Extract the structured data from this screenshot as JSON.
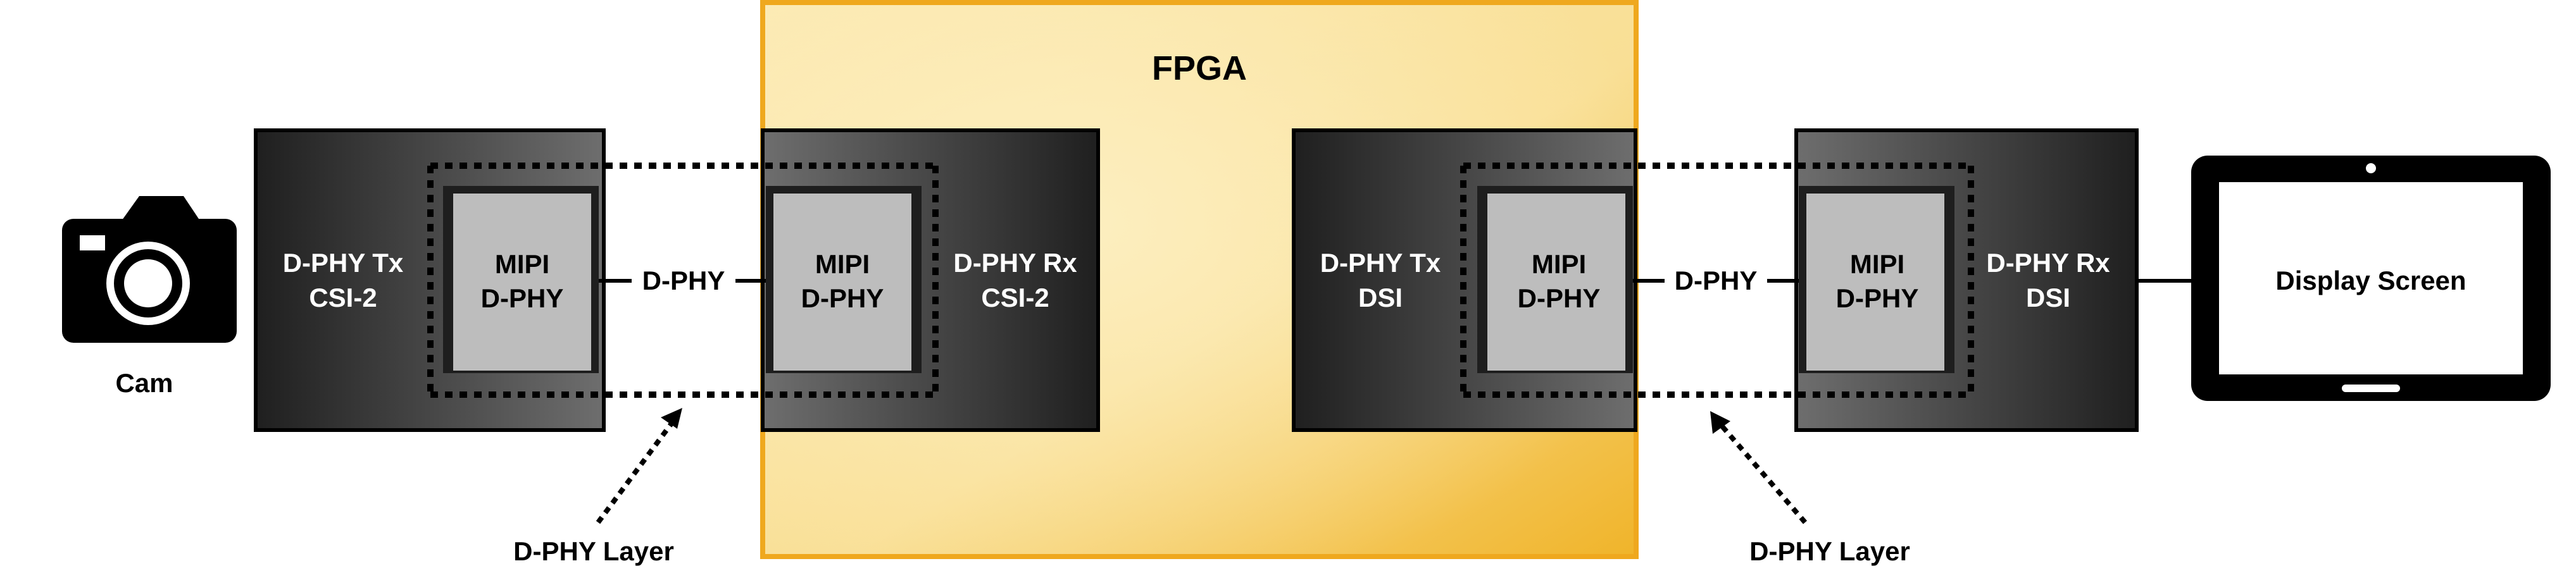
{
  "fpga": {
    "label": "FPGA"
  },
  "camera": {
    "label": "Cam",
    "icon": "camera-icon"
  },
  "display": {
    "label": "Display Screen",
    "icon": "tablet-icon"
  },
  "blocks": {
    "tx_csi": {
      "line1": "D-PHY Tx",
      "line2": "CSI-2"
    },
    "tx_csi_phy": {
      "line1": "MIPI",
      "line2": "D-PHY"
    },
    "rx_csi_phy": {
      "line1": "MIPI",
      "line2": "D-PHY"
    },
    "rx_csi": {
      "line1": "D-PHY Rx",
      "line2": "CSI-2"
    },
    "tx_dsi": {
      "line1": "D-PHY Tx",
      "line2": "DSI"
    },
    "tx_dsi_phy": {
      "line1": "MIPI",
      "line2": "D-PHY"
    },
    "rx_dsi_phy": {
      "line1": "MIPI",
      "line2": "D-PHY"
    },
    "rx_dsi": {
      "line1": "D-PHY Rx",
      "line2": "DSI"
    }
  },
  "links": {
    "left": "D-PHY",
    "right": "D-PHY"
  },
  "annotations": {
    "left_layer": "D-PHY Layer",
    "right_layer": "D-PHY Layer"
  },
  "colors": {
    "fpga_fill_light": "#fbeab3",
    "fpga_fill_dark": "#f2b52a",
    "block_dark": "#222222",
    "block_mid": "#6a6a6a",
    "phy_inner": "#bfbfbf"
  }
}
